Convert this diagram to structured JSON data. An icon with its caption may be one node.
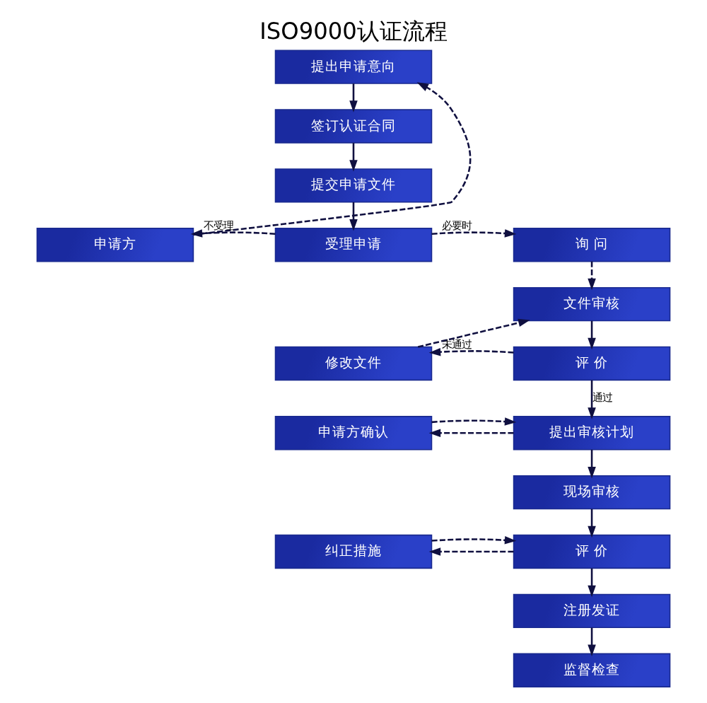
{
  "diagram": {
    "title": "ISO9000认证流程",
    "nodes": [
      {
        "text": [
          "提出申请意向"
        ]
      },
      {
        "text": [
          "签订认证合同"
        ]
      },
      {
        "text": [
          "提交申请文件"
        ]
      },
      {
        "text": [
          "申请方"
        ]
      },
      {
        "text": [
          "受理申请"
        ]
      },
      {
        "text": [
          "询 问"
        ]
      },
      {
        "text": [
          "文件审核"
        ]
      },
      {
        "text": [
          "修改文件"
        ]
      },
      {
        "text": [
          "评 价"
        ]
      },
      {
        "text": [
          "申请方确认"
        ]
      },
      {
        "text": [
          "提出审核计划"
        ]
      },
      {
        "text": [
          "现场审核"
        ]
      },
      {
        "text": [
          "纠正措施"
        ]
      },
      {
        "text": [
          "评 价"
        ]
      },
      {
        "text": [
          "注册发证"
        ]
      },
      {
        "text": [
          "监督检查"
        ]
      }
    ],
    "edges": [
      {
        "from": 0,
        "to": 1,
        "arrow": "to"
      },
      {
        "from": 1,
        "to": 2,
        "arrow": "to"
      },
      {
        "from": 2,
        "to": 4,
        "arrow": "to"
      },
      {
        "from": 4,
        "to": 3,
        "arrow": "to",
        "style": "dashed",
        "label": "不受理"
      },
      {
        "from": 3,
        "to": 0,
        "arrow": "to",
        "style": "dashed"
      },
      {
        "from": 4,
        "to": 5,
        "arrow": "to",
        "style": "dashed",
        "label": "必要时"
      },
      {
        "from": 5,
        "to": 6,
        "arrow": "to",
        "style": "dashed"
      },
      {
        "from": 6,
        "to": 8,
        "arrow": "to"
      },
      {
        "from": 8,
        "to": 7,
        "arrow": "to",
        "style": "dashed",
        "label": "未通过"
      },
      {
        "from": 7,
        "to": 6,
        "arrow": "to",
        "style": "dashed"
      },
      {
        "from": 8,
        "to": 10,
        "arrow": "to",
        "label": "通过"
      },
      {
        "from": 10,
        "to": 9,
        "arrow": "to",
        "style": "dashed"
      },
      {
        "from": 9,
        "to": 10,
        "arrow": "to",
        "style": "dashed"
      },
      {
        "from": 10,
        "to": 11,
        "arrow": "to"
      },
      {
        "from": 11,
        "to": 13,
        "arrow": "to"
      },
      {
        "from": 13,
        "to": 12,
        "arrow": "to",
        "style": "dashed"
      },
      {
        "from": 12,
        "to": 13,
        "arrow": "to",
        "style": "dashed"
      },
      {
        "from": 13,
        "to": 14,
        "arrow": "to"
      },
      {
        "from": 14,
        "to": 15,
        "arrow": "to"
      }
    ]
  }
}
